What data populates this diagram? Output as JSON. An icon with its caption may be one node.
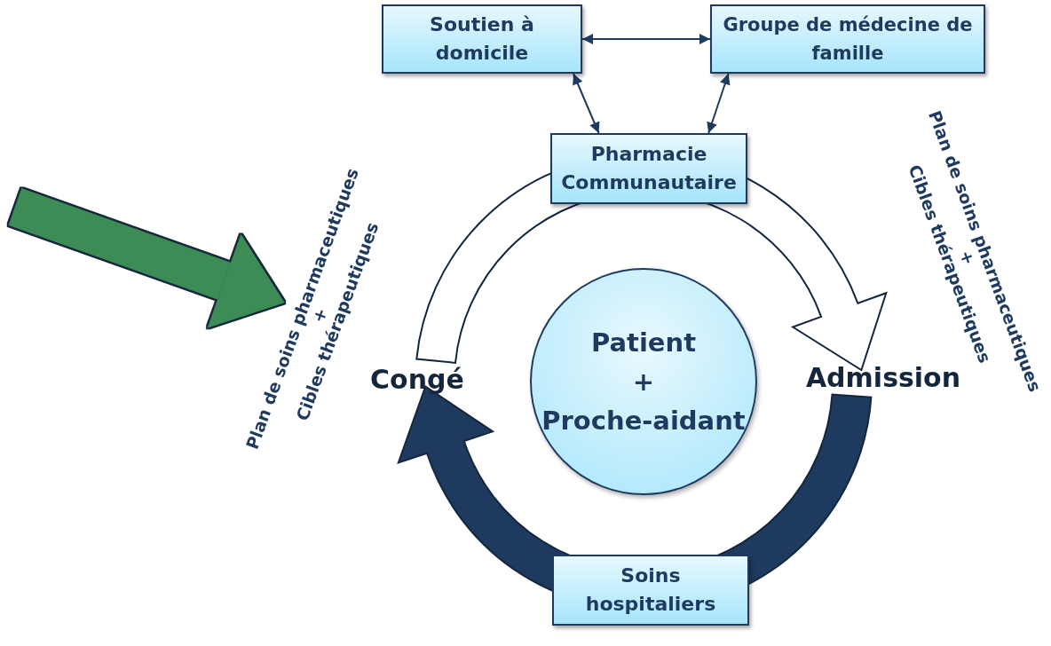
{
  "diagram": {
    "nodes": [
      {
        "text": [
          "Soutien à domicile"
        ]
      },
      {
        "text": [
          "Groupe de médecine de famille"
        ]
      },
      {
        "text": [
          "Pharmacie Communautaire"
        ]
      },
      {
        "text": [
          "Patient",
          "+",
          "Proche-aidant"
        ]
      },
      {
        "text": [
          "Congé"
        ]
      },
      {
        "text": [
          "Admission"
        ]
      },
      {
        "text": [
          "Soins hospitaliers"
        ]
      },
      {
        "text": [
          "Plan de soins pharmaceutiques",
          "+",
          "Cibles thérapeutiques"
        ]
      }
    ],
    "edges": [
      {
        "from": 0,
        "to": 1,
        "arrow": "both"
      },
      {
        "from": 0,
        "to": 2,
        "arrow": "both"
      },
      {
        "from": 1,
        "to": 2,
        "arrow": "both"
      },
      {
        "from": 4,
        "to": 5,
        "arrow": "to",
        "style": "thick",
        "color": "#ffffff"
      },
      {
        "from": 5,
        "to": 4,
        "arrow": "to",
        "style": "thick"
      },
      {
        "from": null,
        "to": 7,
        "arrow": "to",
        "style": "thick",
        "color": "#3d8c57"
      }
    ],
    "labels": [
      "Plan de soins pharmaceutiques",
      "+",
      "Cibles thérapeutiques"
    ]
  }
}
